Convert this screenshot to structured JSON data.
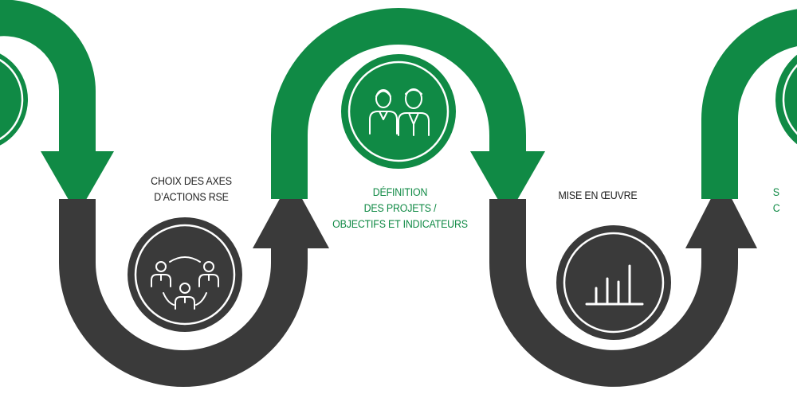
{
  "colors": {
    "green": "#108a45",
    "dark": "#3a3a3a",
    "icon_stroke": "#ffffff",
    "ring": "#ffffff"
  },
  "steps": [
    {
      "lines": [
        "CHOIX DES AXES",
        "D’ACTIONS RSE"
      ],
      "text_color": "#222222",
      "icon": "team-network-icon"
    },
    {
      "lines": [
        "DÉFINITION",
        "DES PROJETS /",
        "OBJECTIFS ET INDICATEURS"
      ],
      "text_color": "#108a45",
      "icon": "two-people-icon"
    },
    {
      "lines": [
        "MISE EN ŒUVRE"
      ],
      "text_color": "#222222",
      "icon": "bar-chart-icon"
    },
    {
      "lines": [
        "S",
        "C"
      ],
      "text_color": "#108a45",
      "icon": "partial-circle-icon"
    }
  ]
}
